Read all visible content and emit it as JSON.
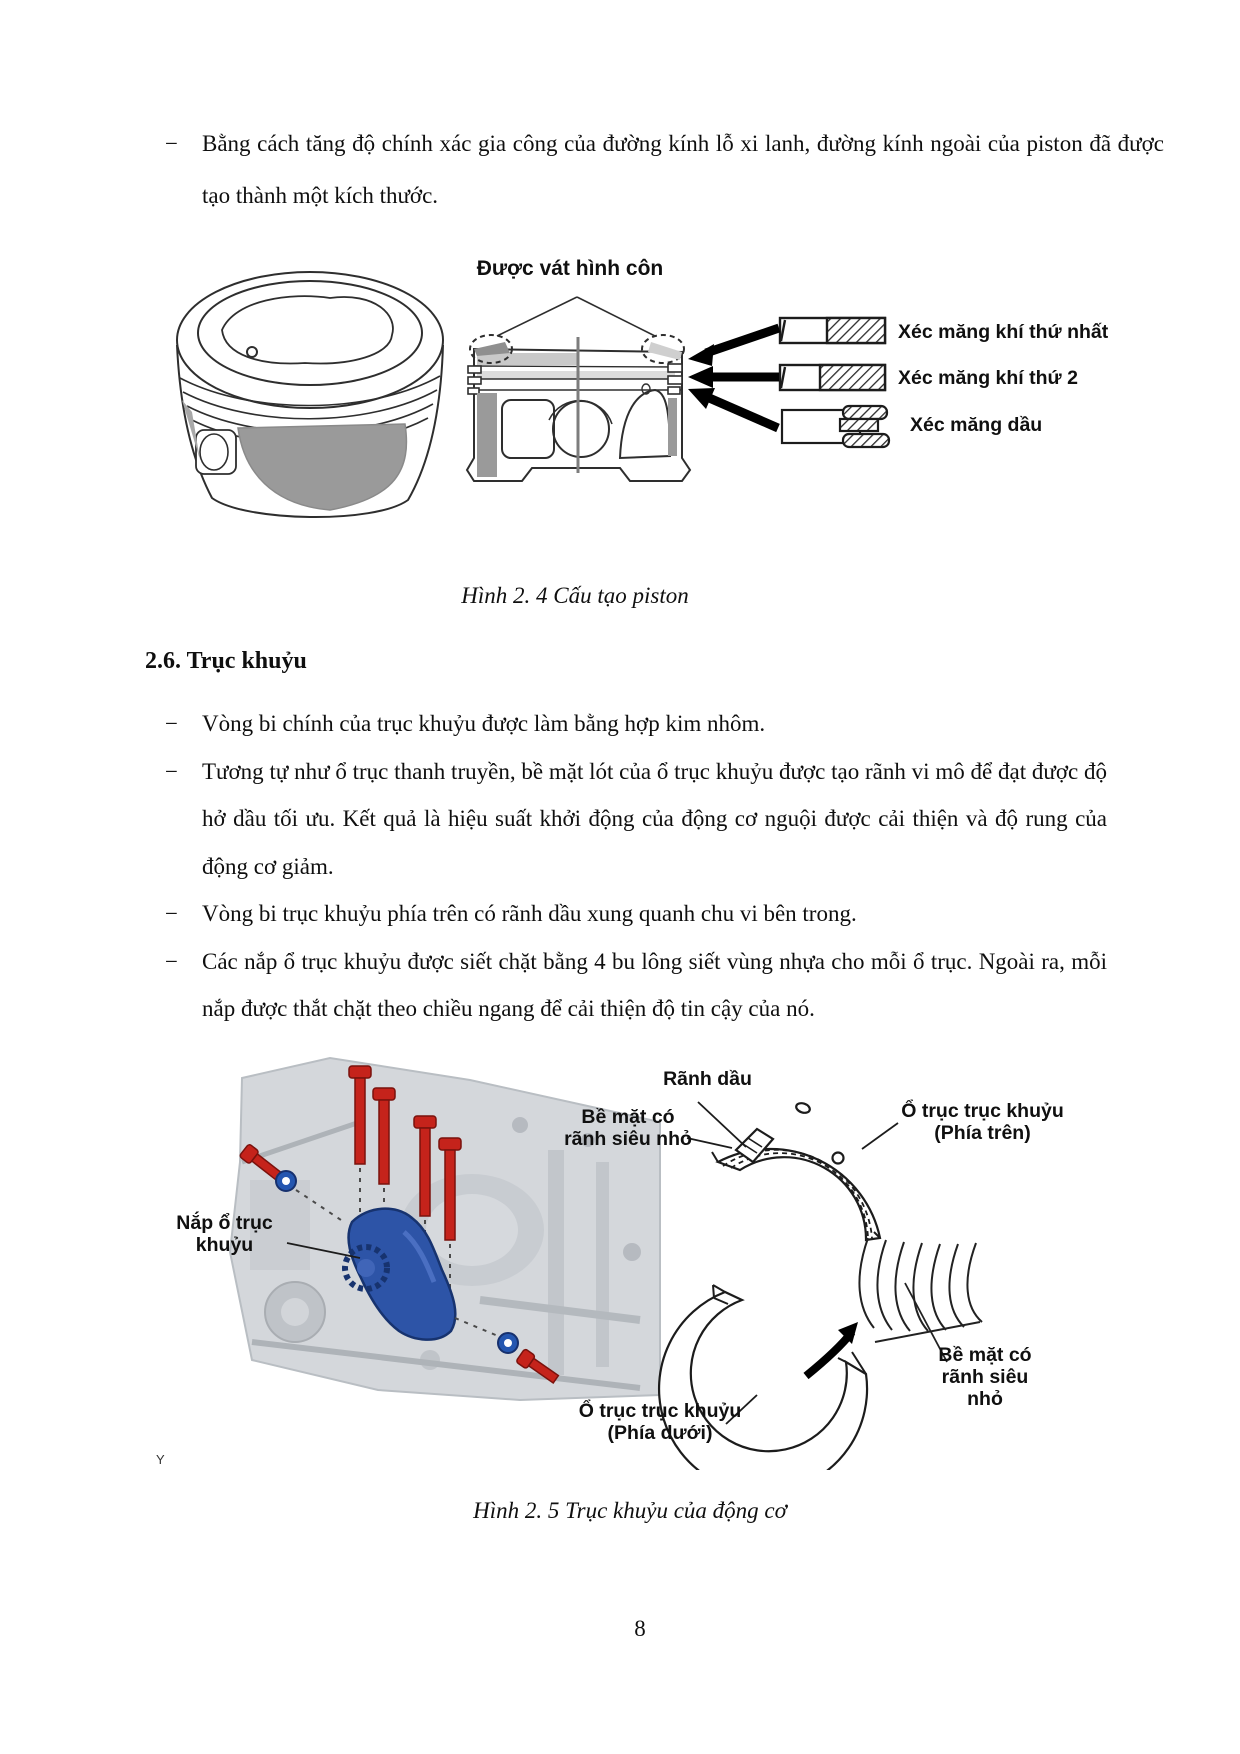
{
  "document": {
    "page_number": "8",
    "stray_mark": "Y"
  },
  "intro": {
    "marker": "−",
    "text": "Bằng cách tăng độ chính xác gia công của đường kính lỗ xi lanh, đường kính ngoài của piston đã được tạo thành một kích thước."
  },
  "figure_piston": {
    "top_label": "Được vát hình côn",
    "ring_labels": [
      "Xéc măng khí thứ nhất",
      "Xéc măng khí thứ 2",
      "Xéc măng dầu"
    ],
    "caption": "Hình 2. 4 Cấu tạo piston"
  },
  "section": {
    "heading": "2.6. Trục khuỷu",
    "marker": "−",
    "bullets": [
      "Vòng bi chính của trục khuỷu được làm bằng hợp kim nhôm.",
      "Tương tự như ổ trục thanh truyền, bề mặt lót của ổ trục khuỷu được tạo rãnh vi mô để đạt được độ hở dầu tối ưu. Kết quả là hiệu suất khởi động của động cơ nguội được cải thiện và độ rung của động cơ giảm.",
      "Vòng bi trục khuỷu phía trên có rãnh dầu xung quanh chu vi bên trong.",
      "Các nắp ổ trục khuỷu được siết chặt bằng 4 bu lông siết vùng nhựa cho mỗi ổ trục. Ngoài ra, mỗi nắp được thắt chặt theo chiều ngang để cải thiện độ tin cậy của nó."
    ]
  },
  "figure_crankshaft": {
    "labels": {
      "oil_groove": "Rãnh dầu",
      "micro_surface_upper": "Bề mặt có\nrãnh siêu nhỏ",
      "bearing_upper": "Ổ trục trục khuỷu\n(Phía trên)",
      "cap": "Nắp ổ trục\nkhuỷu",
      "bearing_lower": "Ổ trục trục khuỷu\n(Phía dưới)",
      "micro_surface_lower": "Bề mặt có\nrãnh siêu\nnhỏ"
    },
    "caption": "Hình 2. 5 Trục khuỷu của động cơ"
  }
}
